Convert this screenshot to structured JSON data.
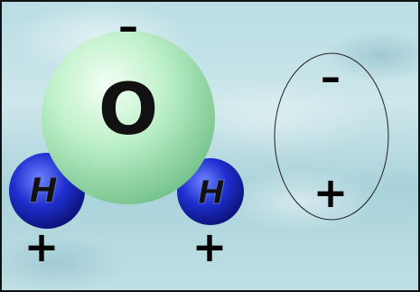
{
  "molecule": {
    "oxygen_label": "O",
    "hydrogen_left_label": "H",
    "hydrogen_right_label": "H"
  },
  "charges": {
    "oxygen_negative": "–",
    "hydrogen_left_positive": "+",
    "hydrogen_right_positive": "+"
  },
  "dipole": {
    "negative": "–",
    "positive": "+"
  },
  "colors": {
    "oxygen": "#bdf0c8",
    "hydrogen": "#1f2fd0",
    "label": "#111111",
    "dipole_outline": "#222222"
  }
}
